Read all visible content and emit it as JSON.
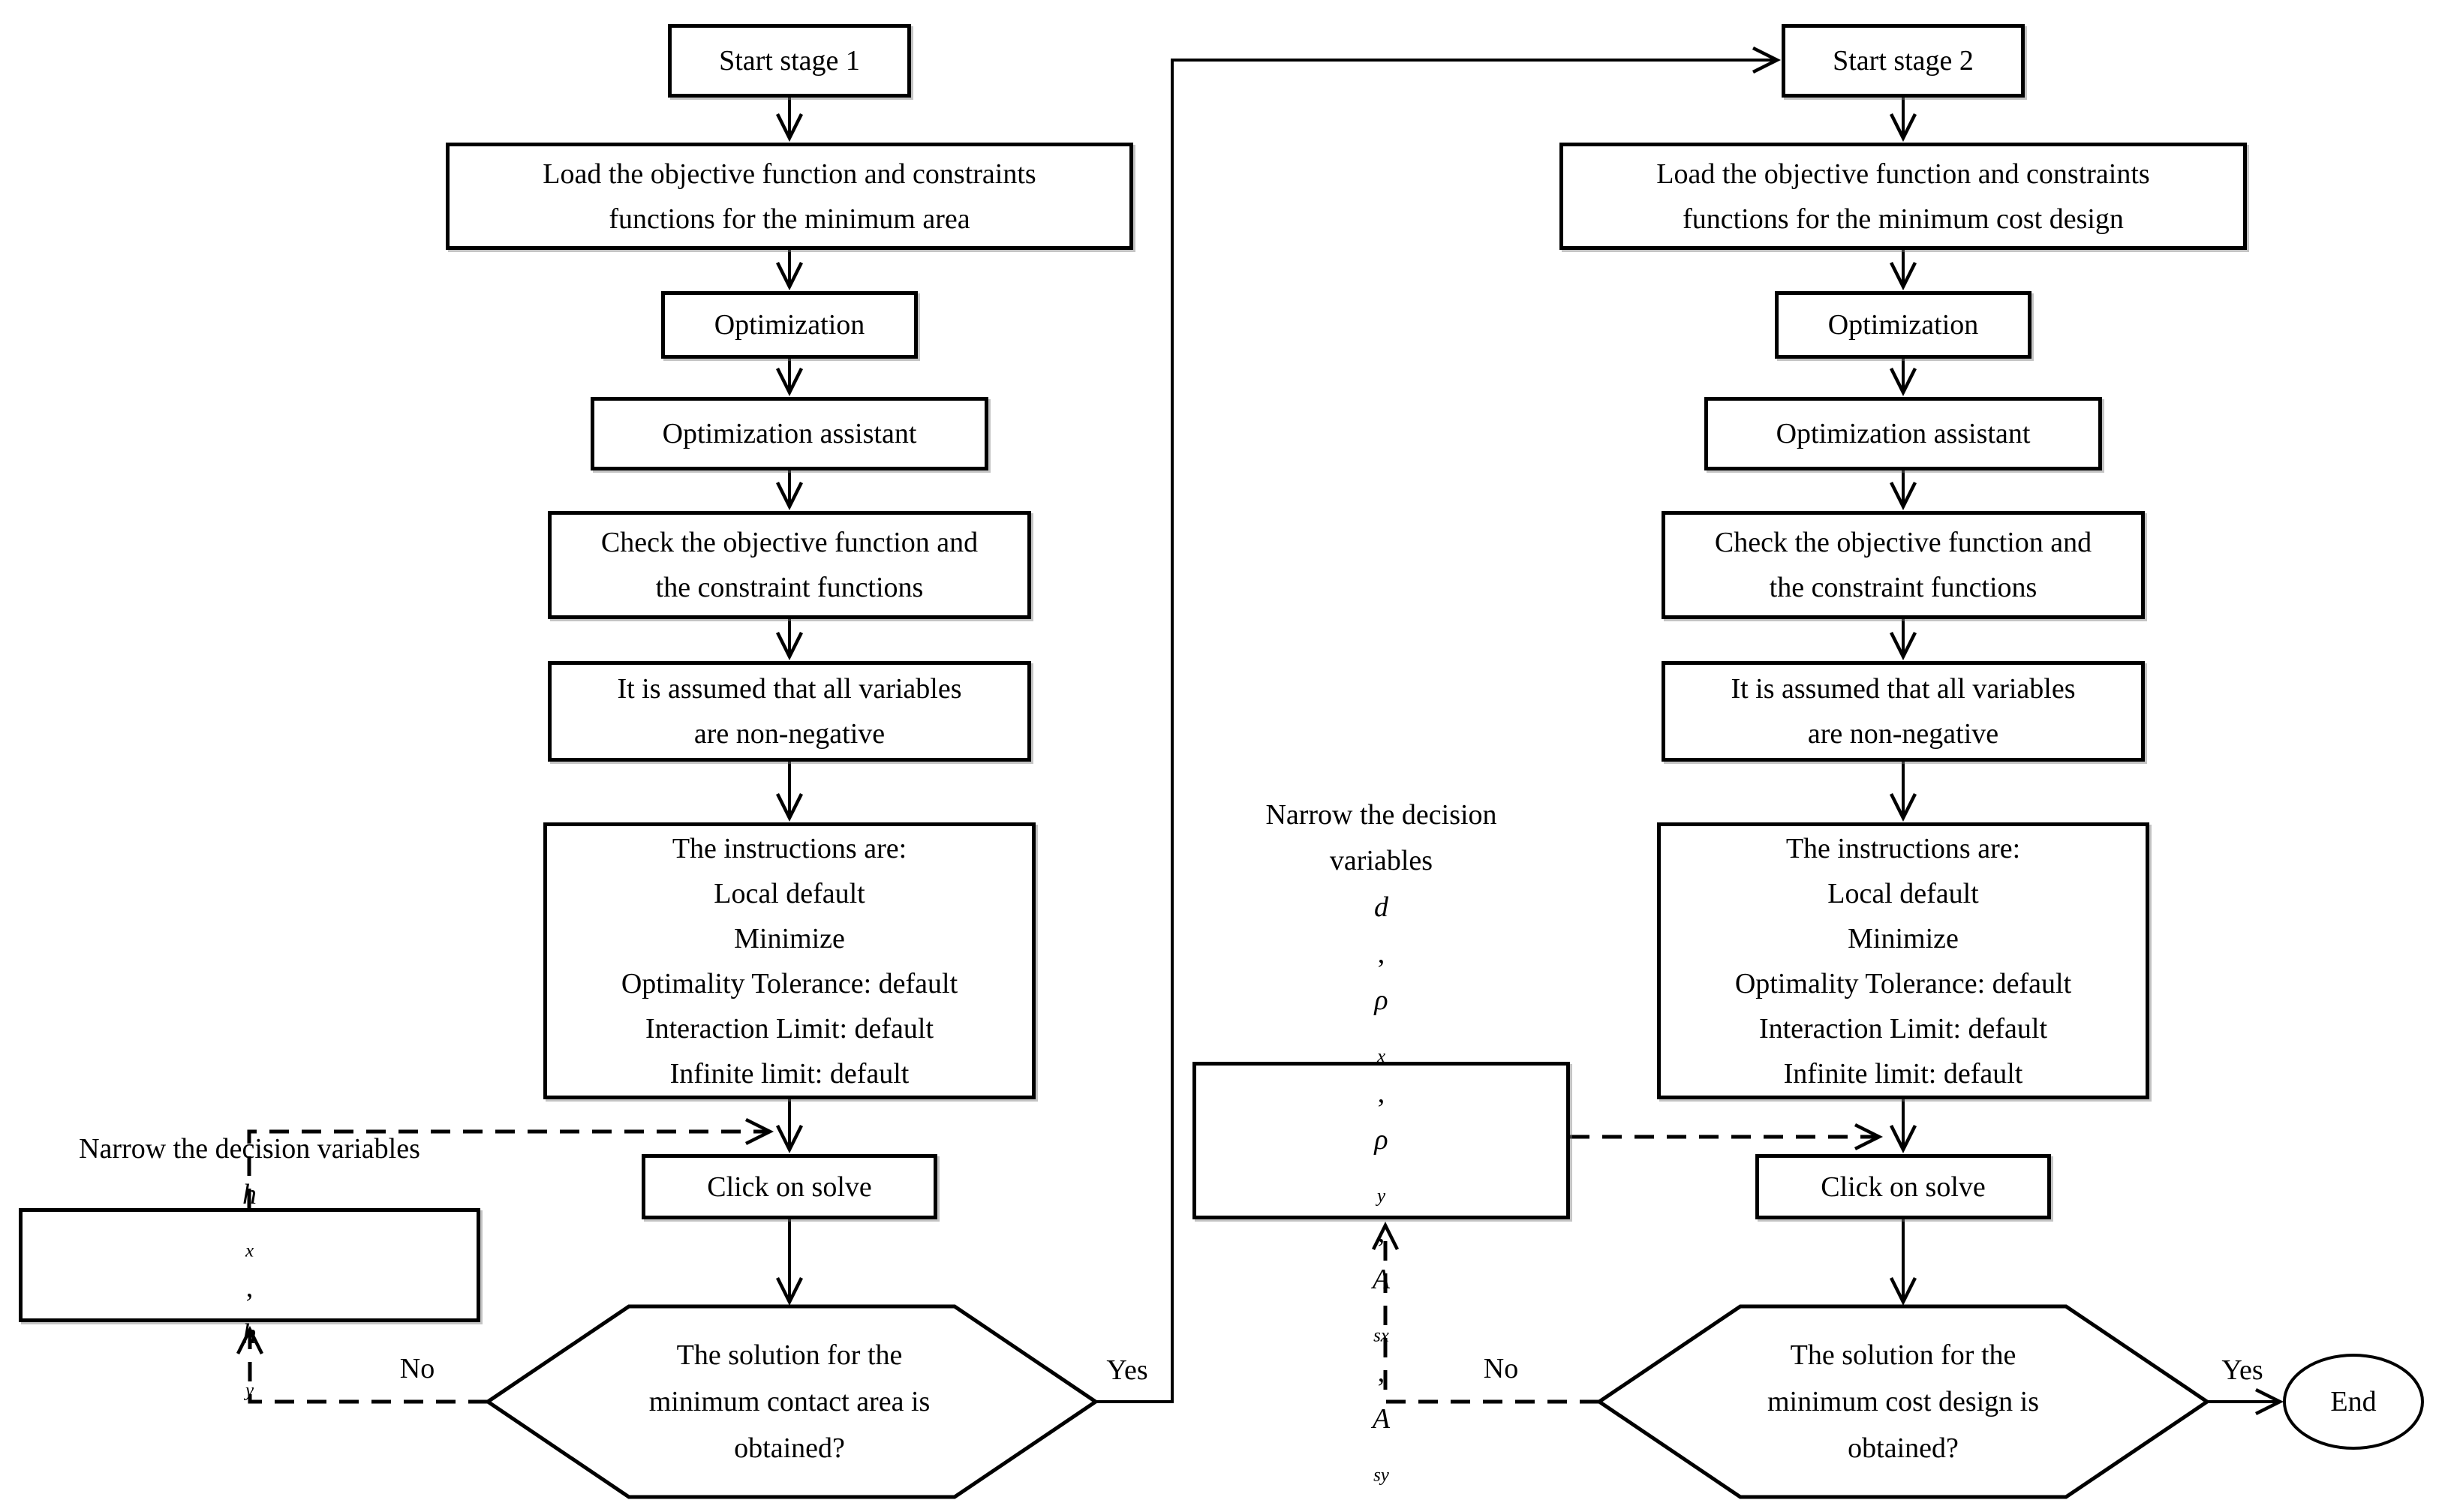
{
  "colors": {
    "background": "#ffffff",
    "line": "#000000",
    "text": "#000000"
  },
  "labels": {
    "yes": "Yes",
    "no": "No",
    "end": "End"
  },
  "stage1": {
    "start": "Start stage 1",
    "load_lines": [
      "Load the objective function and constraints",
      "functions for the minimum area"
    ],
    "optimization": "Optimization",
    "assistant": "Optimization assistant",
    "check_lines": [
      "Check the objective function and",
      "the constraint functions"
    ],
    "assumption_lines": [
      "It is assumed that all variables",
      "are non-negative"
    ],
    "instructions_lines": [
      "The instructions are:",
      "Local default",
      "Minimize",
      "Optimality Tolerance: default",
      "Interaction Limit: default",
      "Infinite limit: default"
    ],
    "click_solve": "Click on solve",
    "decision_lines": [
      "The solution for the",
      "minimum contact area is",
      "obtained?"
    ],
    "narrow_line1": "Narrow the decision variables",
    "narrow_line2": [
      {
        "t": "h",
        "i": true
      },
      {
        "t": "x",
        "sub": true
      },
      {
        "t": ", "
      },
      {
        "t": "h",
        "i": true
      },
      {
        "t": "y",
        "sub": true
      }
    ]
  },
  "stage2": {
    "start": "Start stage 2",
    "load_lines": [
      "Load the objective function and constraints",
      "functions for the minimum cost design"
    ],
    "optimization": "Optimization",
    "assistant": "Optimization assistant",
    "check_lines": [
      "Check the objective function and",
      "the constraint functions"
    ],
    "assumption_lines": [
      "It is assumed that all variables",
      "are non-negative"
    ],
    "instructions_lines": [
      "The instructions are:",
      "Local default",
      "Minimize",
      "Optimality Tolerance: default",
      "Interaction Limit: default",
      "Infinite limit: default"
    ],
    "click_solve": "Click on solve",
    "decision_lines": [
      "The solution for the",
      "minimum cost design is",
      "obtained?"
    ],
    "narrow_line1": "Narrow the decision",
    "narrow_line2": [
      {
        "t": "variables "
      },
      {
        "t": "d",
        "i": true
      },
      {
        "t": ", "
      },
      {
        "t": "ρ",
        "i": true
      },
      {
        "t": "x",
        "sub": true
      },
      {
        "t": ", "
      },
      {
        "t": "ρ",
        "i": true
      },
      {
        "t": "y",
        "sub": true
      },
      {
        "t": ", "
      },
      {
        "t": "A",
        "i": true
      },
      {
        "t": "sx",
        "sub": true
      },
      {
        "t": ","
      }
    ],
    "narrow_line3": [
      {
        "t": "A",
        "i": true
      },
      {
        "t": "sy",
        "sub": true
      }
    ]
  }
}
